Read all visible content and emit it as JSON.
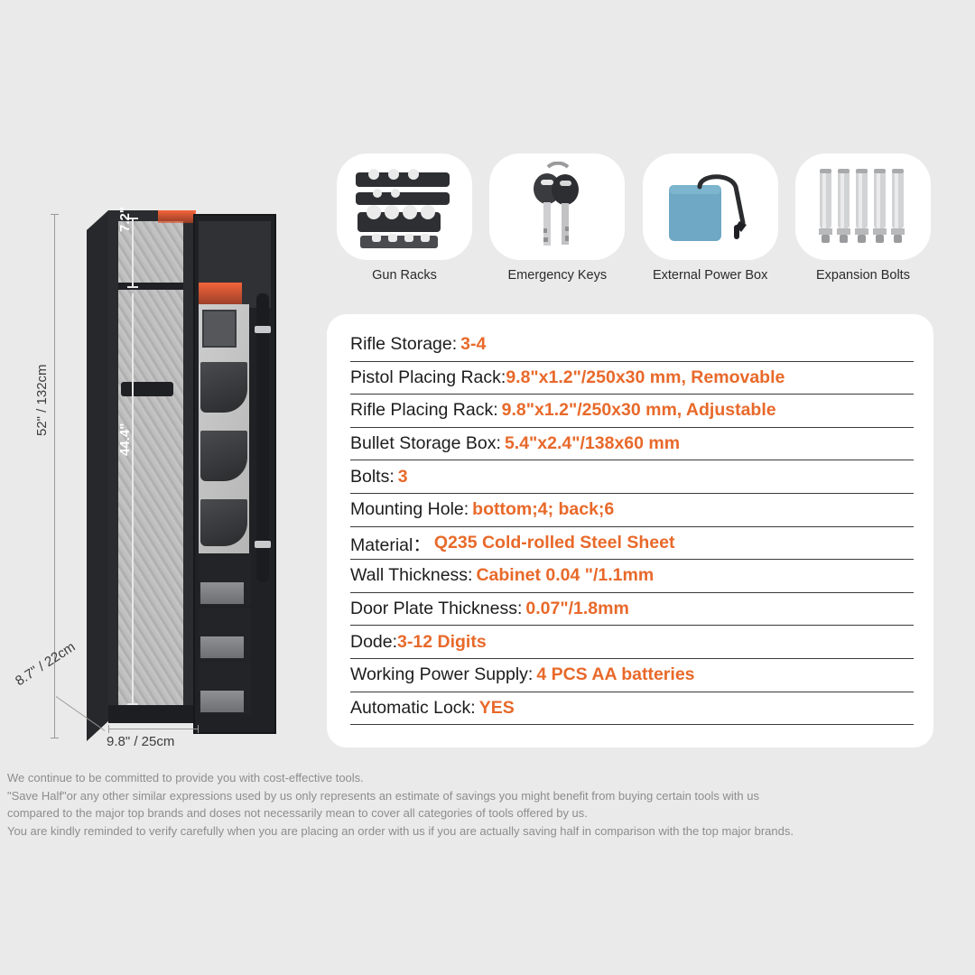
{
  "background_color": "#eaeaea",
  "accent_color": "#e8692a",
  "safe": {
    "dimensions": {
      "height": "52\" / 132cm",
      "top_compartment": "7.2\"",
      "main_compartment": "44.4\"",
      "depth": "8.7\" / 22cm",
      "width": "9.8\" / 25cm"
    }
  },
  "accessories": [
    {
      "label": "Gun Racks",
      "icon": "gun-racks-icon"
    },
    {
      "label": "Emergency Keys",
      "icon": "keys-icon"
    },
    {
      "label": "External Power Box",
      "icon": "power-box-icon"
    },
    {
      "label": "Expansion Bolts",
      "icon": "expansion-bolts-icon"
    }
  ],
  "specs": [
    {
      "label": "Rifle Storage:",
      "value": "3-4"
    },
    {
      "label": "Pistol Placing Rack:",
      "value": "9.8\"x1.2\"/250x30 mm, Removable",
      "tight": true
    },
    {
      "label": "Rifle Placing Rack:",
      "value": "9.8\"x1.2\"/250x30 mm, Adjustable"
    },
    {
      "label": "Bullet Storage Box:",
      "value": "5.4\"x2.4\"/138x60 mm"
    },
    {
      "label": "Bolts:",
      "value": "3"
    },
    {
      "label": "Mounting Hole:",
      "value": "bottom;4; back;6"
    },
    {
      "label": "Material：",
      "value": "Q235 Cold-rolled Steel Sheet"
    },
    {
      "label": "Wall Thickness:",
      "value": "Cabinet 0.04 \"/1.1mm"
    },
    {
      "label": "Door Plate Thickness:",
      "value": "0.07\"/1.8mm"
    },
    {
      "label": "Dode:",
      "value": "3-12 Digits",
      "tight": true
    },
    {
      "label": "Working Power Supply:",
      "value": "4 PCS AA batteries"
    },
    {
      "label": "Automatic Lock:",
      "value": "YES"
    }
  ],
  "footer": {
    "line1": "We continue to be committed to provide you with cost-effective tools.",
    "line2": "\"Save Half\"or any other similar expressions used by us only represents an estimate of savings you might benefit from buying certain tools with us",
    "line3": "compared to the major top brands and doses not necessarily mean to cover all categories of tools offered by us.",
    "line4": "You are kindly reminded to verify carefully when you are placing an order with us if you are actually saving half in comparison with the top major brands."
  }
}
